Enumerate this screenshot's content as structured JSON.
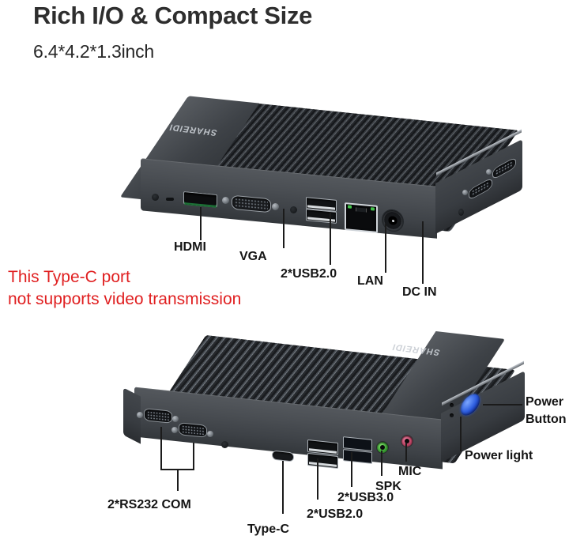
{
  "heading": {
    "title": "Rich I/O & Compact Size",
    "subtitle": "6.4*4.2*1.3inch"
  },
  "warning": {
    "line1": "This Type-C port",
    "line2": "not supports video transmission",
    "color": "#e01f20"
  },
  "brand": "SHAREIDI",
  "devices": [
    {
      "name": "mini-pc-front-view",
      "view": "front-io-panel",
      "callouts": [
        {
          "id": "hdmi",
          "label": "HDMI",
          "port_color": "#1d6f36"
        },
        {
          "id": "vga",
          "label": "VGA",
          "port_color": "#1a1c1f"
        },
        {
          "id": "usb20",
          "label": "2*USB2.0",
          "port_color": "#d6dadd"
        },
        {
          "id": "lan",
          "label": "LAN",
          "port_color": "#43c24a"
        },
        {
          "id": "dcin",
          "label": "DC IN",
          "port_color": "#1c1f22"
        }
      ]
    },
    {
      "name": "mini-pc-rear-view",
      "view": "rear-io-panel",
      "callouts": [
        {
          "id": "rs232",
          "label": "2*RS232 COM",
          "port_color": "#141619"
        },
        {
          "id": "typec",
          "label": "Type-C",
          "port_color": "#17191c"
        },
        {
          "id": "usb20b",
          "label": "2*USB2.0",
          "port_color": "#d6dadd"
        },
        {
          "id": "usb30",
          "label": "2*USB3.0",
          "port_color": "#2f6fc4"
        },
        {
          "id": "spk",
          "label": "SPK",
          "port_color": "#3fa636"
        },
        {
          "id": "mic",
          "label": "MIC",
          "port_color": "#c14768"
        },
        {
          "id": "power_button",
          "label": "Power\nButton",
          "port_color": "#2f5fe0"
        },
        {
          "id": "power_light",
          "label": "Power light",
          "port_color": "#121416"
        }
      ],
      "power_button_label_line1": "Power",
      "power_button_label_line2": "Button",
      "power_light_label": "Power light"
    }
  ]
}
